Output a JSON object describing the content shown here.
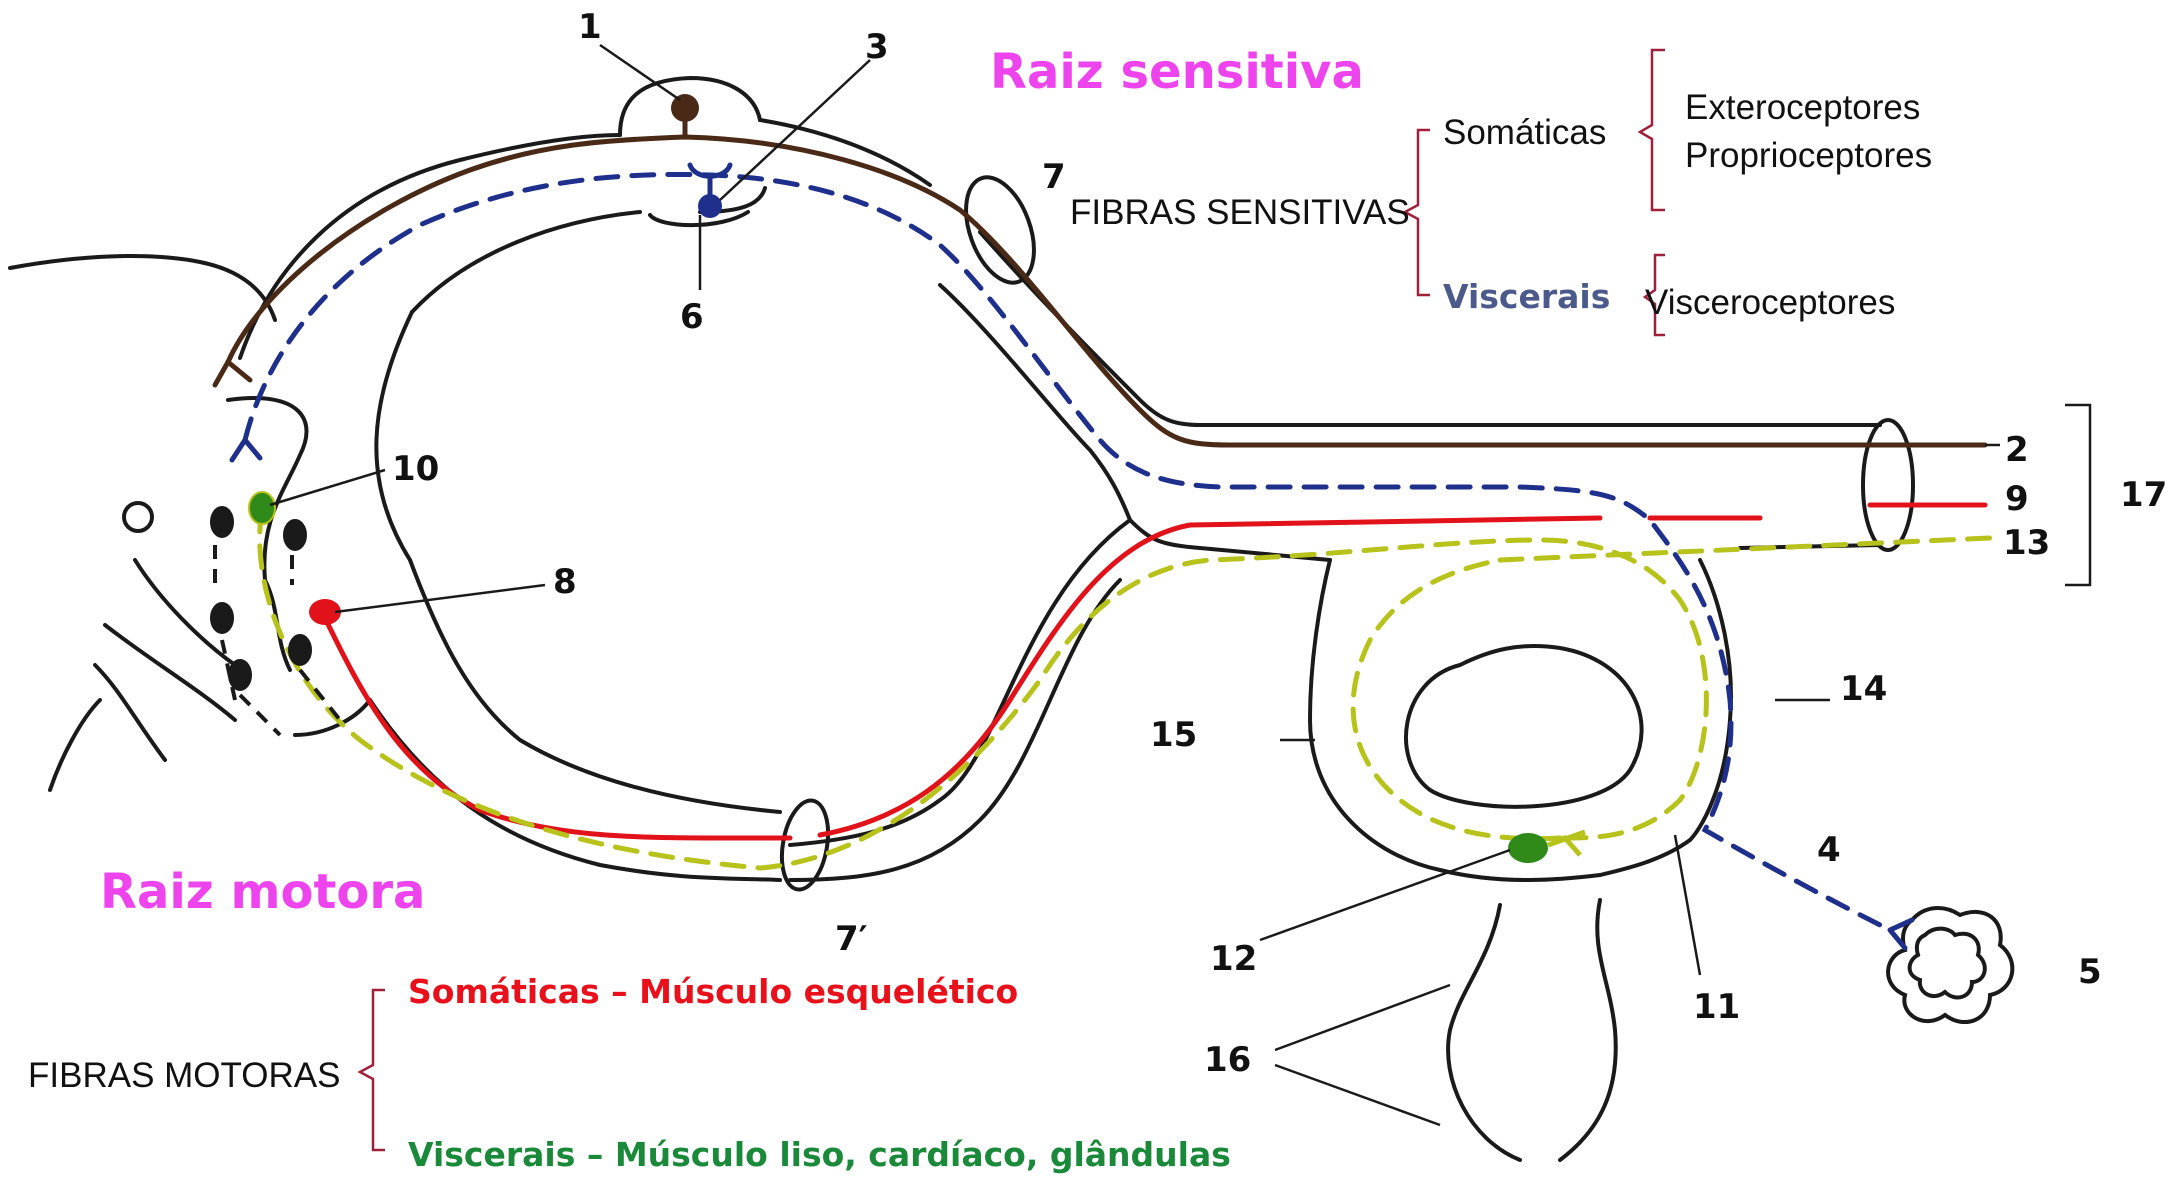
{
  "colors": {
    "outline": "#1a1a1a",
    "sensory_somatic": "#4a2a17",
    "sensory_visceral": "#1e2f8c",
    "motor_somatic": "#e1121a",
    "motor_visceral": "#b7c21a",
    "visceral_neuron": "#2f8a1a",
    "title": "#ee44ee",
    "visceral_label": "#4b5a8a",
    "motor_somatic_text": "#e8111b",
    "motor_visceral_text": "#1a8a3a"
  },
  "titles": {
    "sensory_root": "Raiz sensitiva",
    "motor_root": "Raiz motora"
  },
  "numbers": {
    "n1": "1",
    "n2": "2",
    "n3": "3",
    "n4": "4",
    "n5": "5",
    "n6": "6",
    "n7": "7",
    "n7p": "7′",
    "n8": "8",
    "n9": "9",
    "n10": "10",
    "n11": "11",
    "n12": "12",
    "n13": "13",
    "n14": "14",
    "n15": "15",
    "n16": "16",
    "n17": "17"
  },
  "sensory_fibers": {
    "heading": "FIBRAS SENSITIVAS",
    "somatic": "Somáticas",
    "somatic_types": [
      "Exteroceptores",
      "Proprioceptores"
    ],
    "visceral": "Viscerais",
    "visceral_types": [
      "Visceroceptores"
    ]
  },
  "motor_fibers": {
    "heading": "FIBRAS MOTORAS",
    "somatic": "Somáticas – Músculo esquelético",
    "visceral": "Viscerais – Músculo liso, cardíaco, glândulas"
  }
}
